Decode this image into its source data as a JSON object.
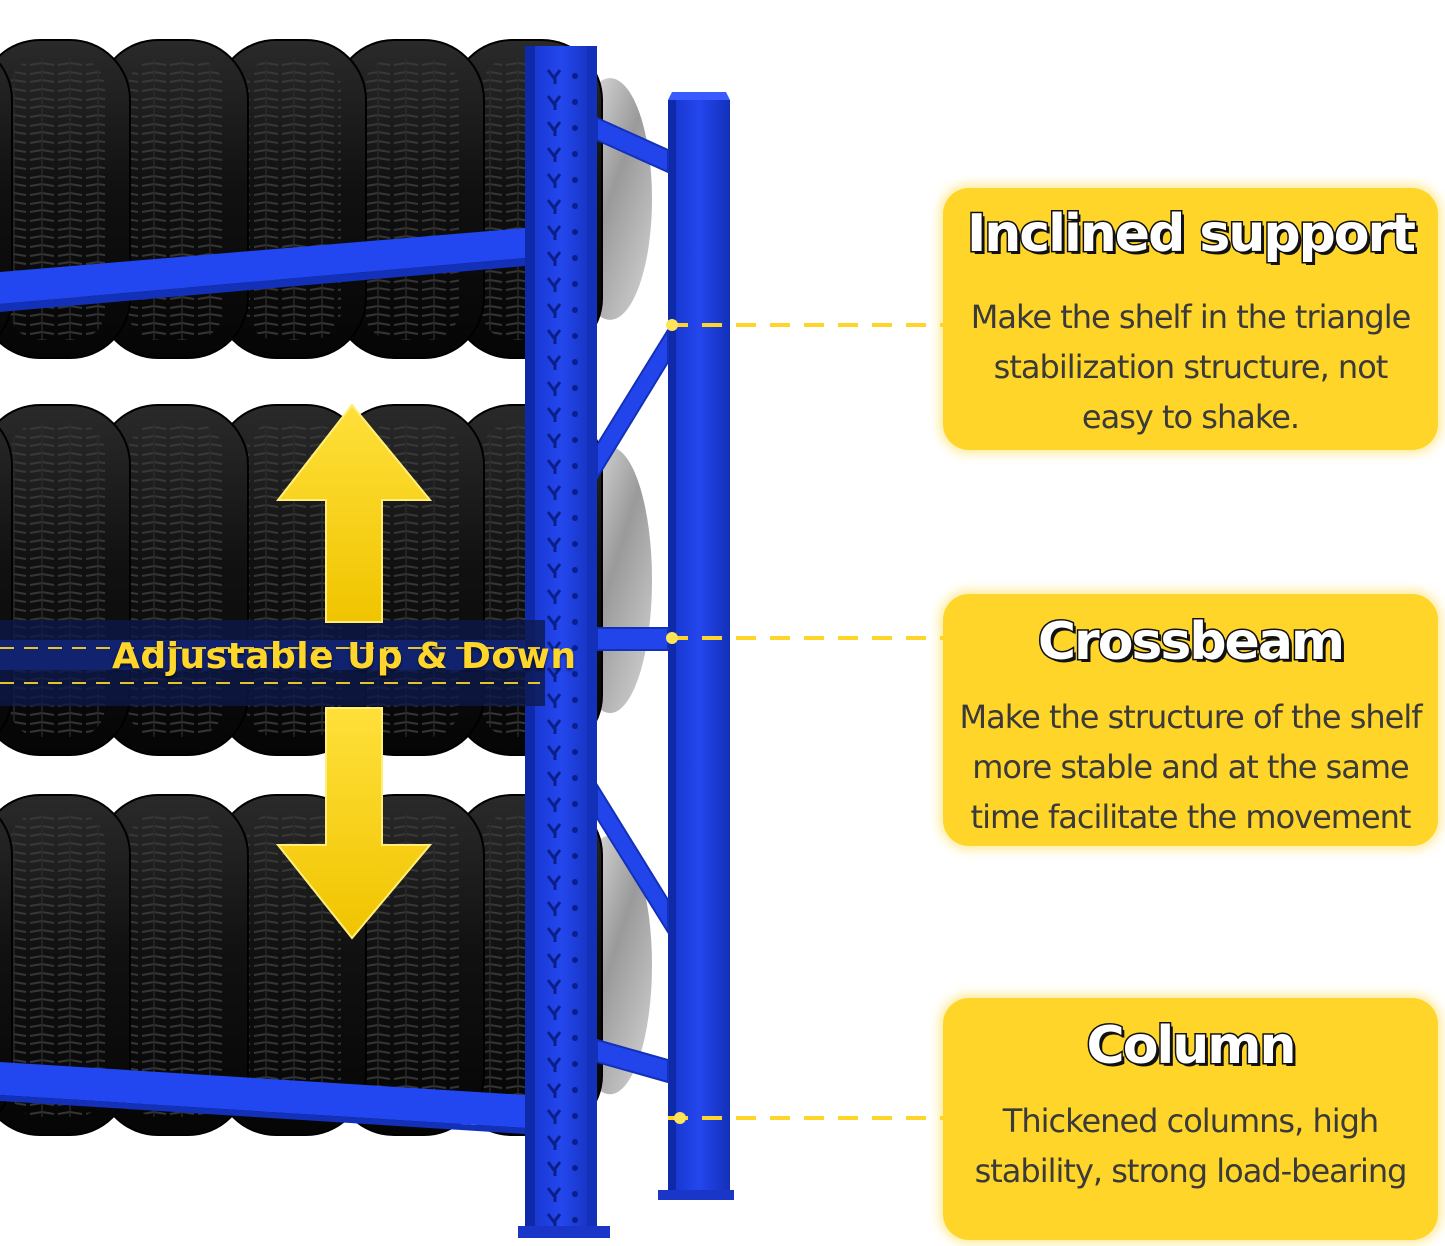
{
  "adjust_label": "Adjustable Up & Down",
  "features": [
    {
      "title": "Inclined support",
      "lines": [
        "Make the shelf in the triangle",
        "stabilization structure, not",
        "easy to shake."
      ]
    },
    {
      "title": "Crossbeam",
      "lines": [
        "Make the structure of the shelf",
        "more stable and at the same",
        "time facilitate the movement"
      ]
    },
    {
      "title": "Column",
      "lines": [
        "Thickened columns, high",
        "stability, strong load-bearing"
      ]
    }
  ],
  "colors": {
    "rack_blue": "#1f3fe0",
    "callout_yellow": "#ffd529",
    "tire_black": "#141414"
  },
  "icons": [
    "double-arrow-icon"
  ]
}
